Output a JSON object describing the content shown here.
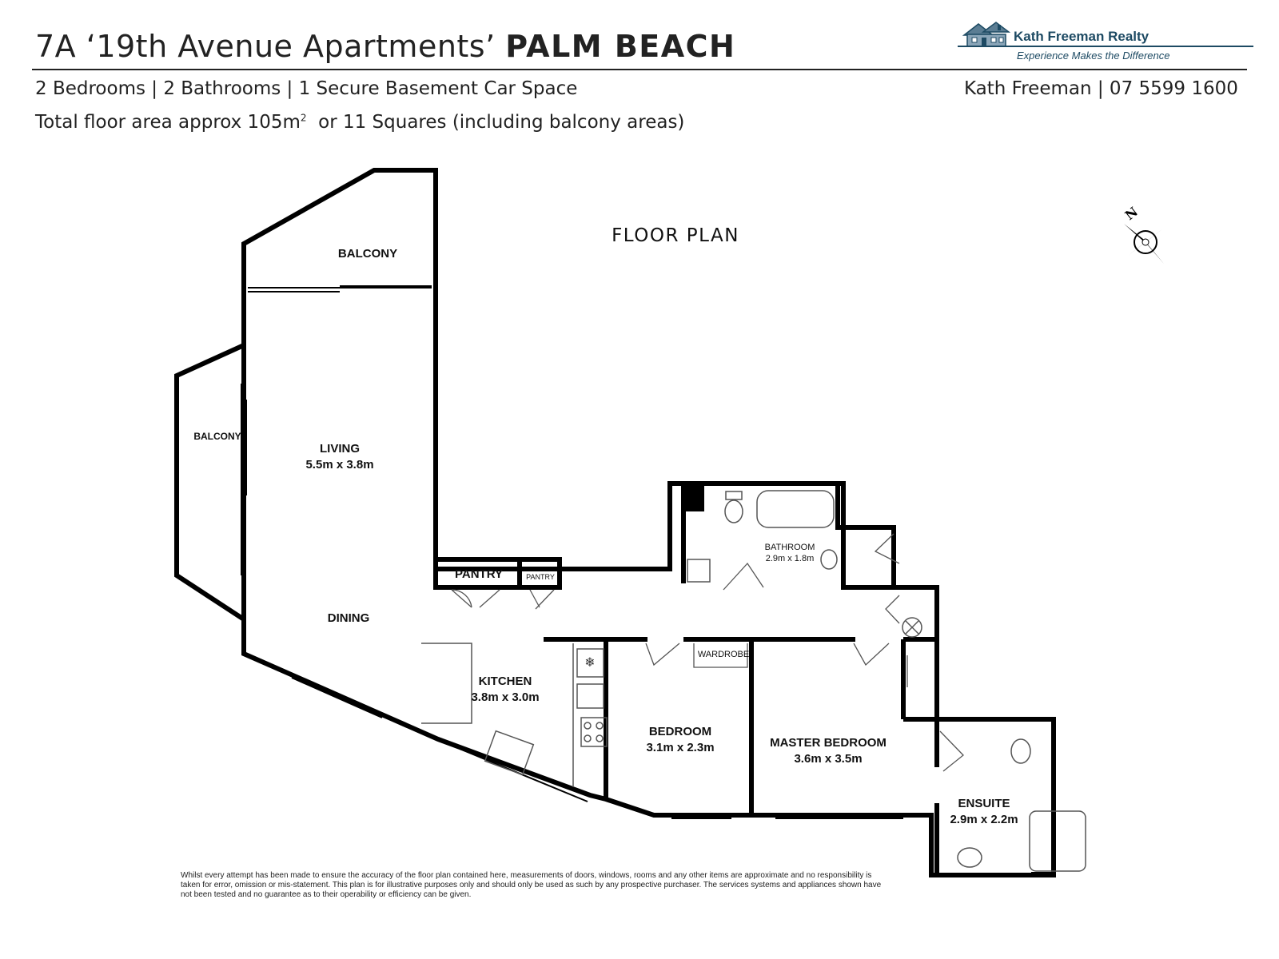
{
  "header": {
    "title_prefix": "7A ‘19th Avenue Apartments’",
    "title_suburb": "PALM BEACH",
    "features": "2 Bedrooms | 2 Bathrooms | 1 Secure Basement Car Space",
    "area_prefix": "Total floor area approx 105m",
    "area_sup": "2",
    "area_suffix": "  or 11 Squares (including balcony areas)",
    "agent": "Kath Freeman | 07 5599 1600"
  },
  "logo": {
    "name": "Kath Freeman Realty",
    "tagline": "Experience Makes the Difference"
  },
  "plan": {
    "heading": "FLOOR PLAN",
    "compass_label": "N",
    "rooms": {
      "balcony_top": "BALCONY",
      "balcony_left": "BALCONY",
      "living": {
        "name": "LIVING",
        "size": "5.5m x 3.8m"
      },
      "dining": "DINING",
      "pantry": "PANTRY",
      "pantry_small": "PANTRY",
      "kitchen": {
        "name": "KITCHEN",
        "size": "3.8m x 3.0m"
      },
      "bathroom": {
        "name": "BATHROOM",
        "size": "2.9m x 1.8m"
      },
      "wardrobe": "WARDROBE",
      "bedroom": {
        "name": "BEDROOM",
        "size": "3.1m x 2.3m"
      },
      "master": {
        "name": "MASTER BEDROOM",
        "size": "3.6m x 3.5m"
      },
      "ensuite": {
        "name": "ENSUITE",
        "size": "2.9m x 2.2m"
      }
    }
  },
  "disclaimer": "Whilst every attempt has been made to ensure the accuracy of the floor plan contained here, measurements of doors, windows, rooms and any other items are approximate and no responsibility is taken for error, omission or mis-statement. This plan is for illustrative purposes only and should only be used as such by any prospective purchaser. The services systems and appliances shown have not been tested and no guarantee as to their operability or efficiency can be given.",
  "colors": {
    "brand": "#1d4a63",
    "wall": "#000000"
  }
}
